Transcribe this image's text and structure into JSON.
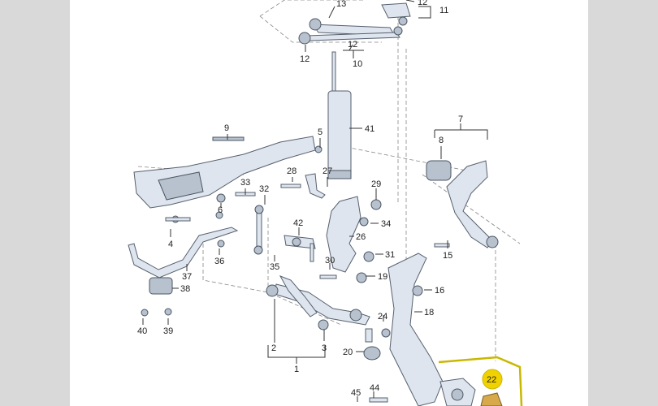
{
  "diagram": {
    "callouts": [
      {
        "id": "c13",
        "label": "13"
      },
      {
        "id": "c12a",
        "label": "12"
      },
      {
        "id": "c11",
        "label": "11"
      },
      {
        "id": "c12b",
        "label": "12"
      },
      {
        "id": "c12c",
        "label": "12"
      },
      {
        "id": "c10",
        "label": "10"
      },
      {
        "id": "c41",
        "label": "41"
      },
      {
        "id": "c9",
        "label": "9"
      },
      {
        "id": "c5",
        "label": "5"
      },
      {
        "id": "c7",
        "label": "7"
      },
      {
        "id": "c8",
        "label": "8"
      },
      {
        "id": "c33",
        "label": "33"
      },
      {
        "id": "c28",
        "label": "28"
      },
      {
        "id": "c27",
        "label": "27"
      },
      {
        "id": "c29",
        "label": "29"
      },
      {
        "id": "c6",
        "label": "6"
      },
      {
        "id": "c32",
        "label": "32"
      },
      {
        "id": "c34",
        "label": "34"
      },
      {
        "id": "c42",
        "label": "42"
      },
      {
        "id": "c26",
        "label": "26"
      },
      {
        "id": "c4",
        "label": "4"
      },
      {
        "id": "c15",
        "label": "15"
      },
      {
        "id": "c36",
        "label": "36"
      },
      {
        "id": "c31",
        "label": "31"
      },
      {
        "id": "c35",
        "label": "35"
      },
      {
        "id": "c30",
        "label": "30"
      },
      {
        "id": "c37",
        "label": "37"
      },
      {
        "id": "c19",
        "label": "19"
      },
      {
        "id": "c38",
        "label": "38"
      },
      {
        "id": "c16",
        "label": "16"
      },
      {
        "id": "c18",
        "label": "18"
      },
      {
        "id": "c24",
        "label": "24"
      },
      {
        "id": "c40",
        "label": "40"
      },
      {
        "id": "c39",
        "label": "39"
      },
      {
        "id": "c2",
        "label": "2"
      },
      {
        "id": "c3",
        "label": "3"
      },
      {
        "id": "c20",
        "label": "20"
      },
      {
        "id": "c1",
        "label": "1"
      },
      {
        "id": "c22",
        "label": "22"
      },
      {
        "id": "c44",
        "label": "44"
      },
      {
        "id": "c45",
        "label": "45"
      }
    ],
    "highlight_color": "#c9b800",
    "badge_color": "#f1d200"
  }
}
